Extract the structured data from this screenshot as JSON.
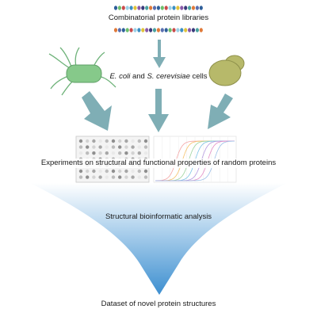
{
  "labels": {
    "libraries": "Combinatorial protein libraries",
    "cells_ecoli": "E. coli",
    "cells_and": " and ",
    "cells_yeast": "S. cerevisiae",
    "cells_suffix": " cells",
    "experiments": "Experiments on structural and functional properties of random proteins",
    "analysis": "Structural bioinformatic analysis",
    "dataset": "Dataset of novel protein structures"
  },
  "colors": {
    "arrow": "#7faeb5",
    "funnel": "#5b9fd3",
    "bacterium": "#86c98a",
    "yeast": "#b7b96a",
    "beads": [
      "#2f5f9a",
      "#3b8fc4",
      "#4aa3a0",
      "#6cbf6c",
      "#e0c33a",
      "#e07a3a",
      "#c94a4a",
      "#8a5aa8",
      "#5a6fb0",
      "#9bd0e6",
      "#3a3a7a"
    ]
  },
  "icons": [
    "bead-strand-icon",
    "bacterium-icon",
    "yeast-cell-icon",
    "gel-plate-icon",
    "growth-curves-icon"
  ]
}
